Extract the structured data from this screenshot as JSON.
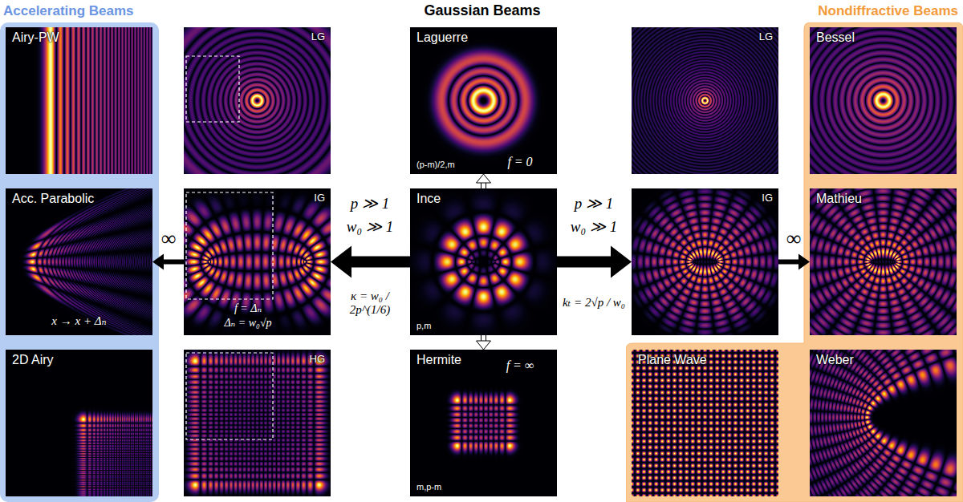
{
  "diagram": {
    "title": "Gaussian Beams",
    "nodes": [
      {
        "text": [
          "Accelerating Beams"
        ]
      },
      {
        "text": [
          "Airy-PW"
        ],
        "in": 0
      },
      {
        "text": [
          "Acc. Parabolic",
          "x → x + Δₙ"
        ],
        "in": 0
      },
      {
        "text": [
          "2D Airy"
        ],
        "in": 0
      },
      {
        "text": [
          "LG"
        ]
      },
      {
        "text": [
          "IG",
          "f = Δₙ",
          "Δₙ = w₀√p"
        ]
      },
      {
        "text": [
          "HG"
        ]
      },
      {
        "text": [
          "Laguerre",
          "(p-m)/2,m"
        ]
      },
      {
        "text": [
          "Ince",
          "p,m"
        ]
      },
      {
        "text": [
          "Hermite",
          "m,p-m"
        ]
      },
      {
        "text": [
          "LG"
        ]
      },
      {
        "text": [
          "IG"
        ]
      },
      {
        "text": [
          "Nondiffractive Beams"
        ]
      },
      {
        "text": [
          "Bessel"
        ],
        "in": 12
      },
      {
        "text": [
          "Mathieu"
        ],
        "in": 12
      },
      {
        "text": [
          "Plane Wave"
        ],
        "in": 12
      },
      {
        "text": [
          "Weber"
        ],
        "in": 12
      }
    ],
    "edges": [
      {
        "from": 8,
        "to": 7,
        "arrow": "to",
        "label": "f = 0"
      },
      {
        "from": 8,
        "to": 9,
        "arrow": "to",
        "label": "f = ∞"
      },
      {
        "from": 8,
        "to": 5,
        "arrow": "to"
      },
      {
        "from": 8,
        "to": 11,
        "arrow": "to"
      },
      {
        "from": 5,
        "to": 2,
        "arrow": "to",
        "label": "∞"
      },
      {
        "from": 11,
        "to": 14,
        "arrow": "to",
        "label": "∞"
      }
    ],
    "labels": [
      "p ≫ 1",
      "w₀ ≫ 1",
      "κ = w₀ / 2p^(1/6)",
      "p ≫ 1",
      "w₀ ≫ 1",
      "kₜ = 2√p / w₀"
    ]
  }
}
